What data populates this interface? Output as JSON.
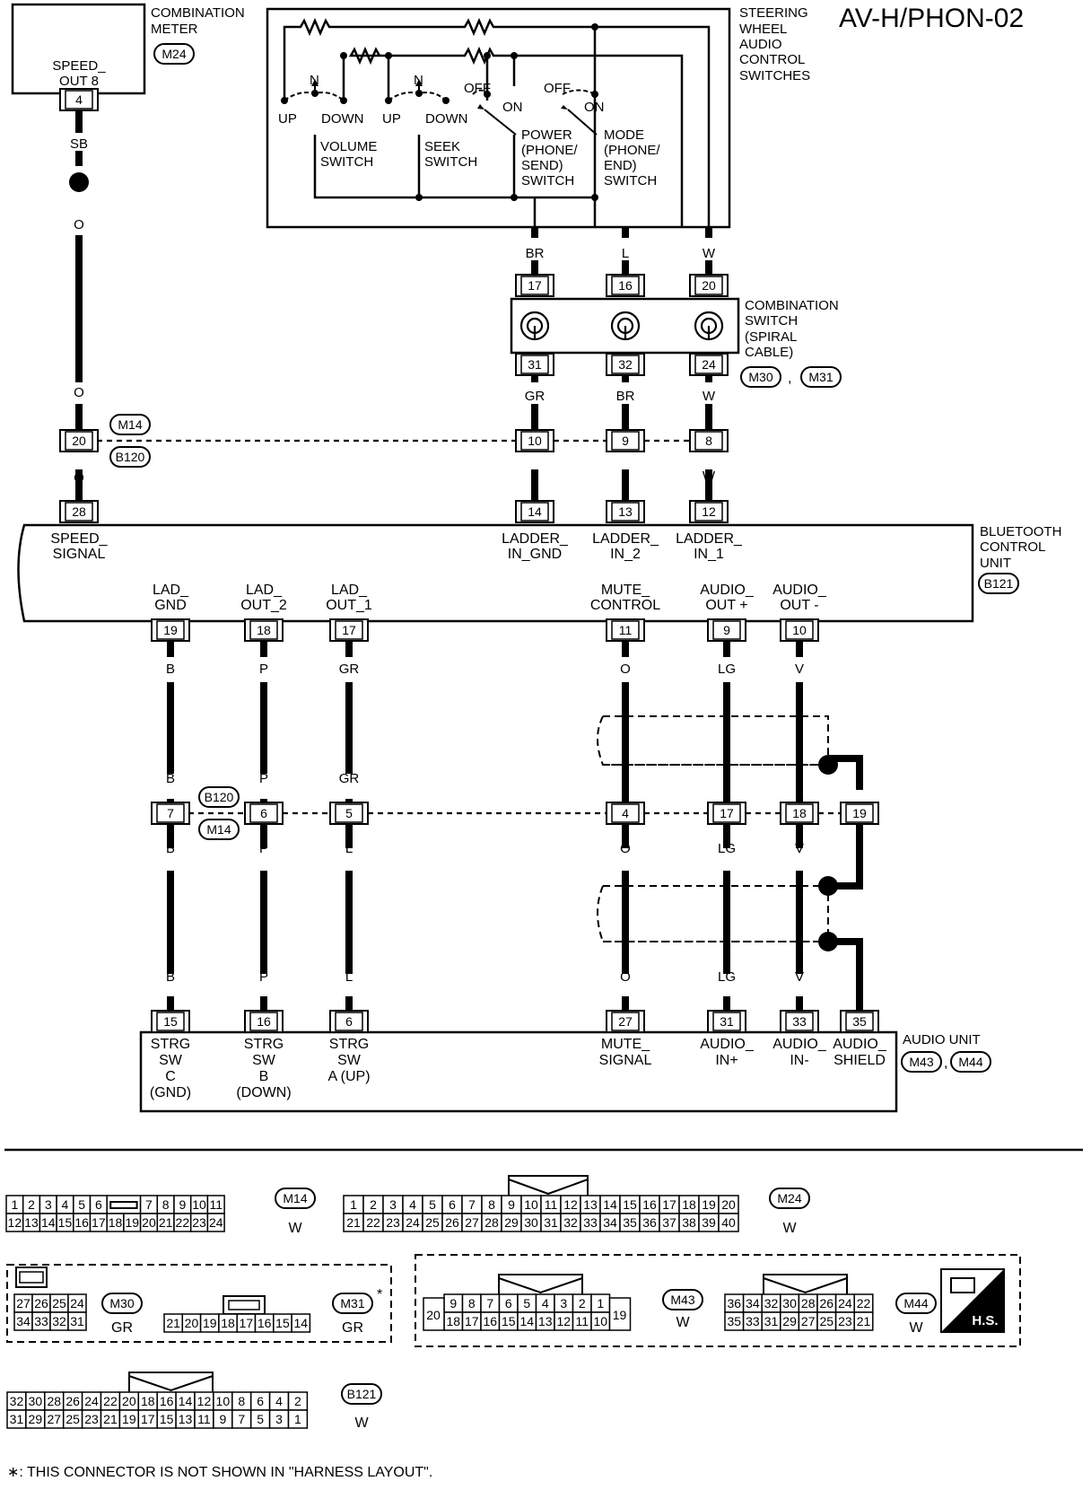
{
  "page_id": "AV-H/PHON-02",
  "combination_meter": {
    "label": [
      "COMBINATION",
      "METER"
    ],
    "connector": "M24",
    "speed_out": [
      "SPEED_",
      "OUT 8"
    ],
    "pin": "4"
  },
  "steering_switches": {
    "label": [
      "STEERING",
      "WHEEL",
      "AUDIO",
      "CONTROL",
      "SWITCHES"
    ],
    "volume": {
      "n": "N",
      "up": "UP",
      "down": "DOWN",
      "name": [
        "VOLUME",
        "SWITCH"
      ]
    },
    "seek": {
      "n": "N",
      "up": "UP",
      "down": "DOWN",
      "name": [
        "SEEK",
        "SWITCH"
      ]
    },
    "power": {
      "off": "OFF",
      "on": "ON",
      "name": [
        "POWER",
        "(PHONE/",
        "SEND)",
        "SWITCH"
      ]
    },
    "mode": {
      "off": "OFF",
      "on": "ON",
      "name": [
        "MODE",
        "(PHONE/",
        "END)",
        "SWITCH"
      ]
    }
  },
  "combination_switch": {
    "label": [
      "COMBINATION",
      "SWITCH",
      "(SPIRAL",
      "CABLE)"
    ],
    "connectors": [
      "M30",
      "M31"
    ],
    "upper_pins": [
      "17",
      "16",
      "20"
    ],
    "lower_pins": [
      "31",
      "32",
      "24"
    ]
  },
  "wire_colors": {
    "sb": "SB",
    "o": "O",
    "br": "BR",
    "l": "L",
    "w": "W",
    "gr": "GR",
    "b": "B",
    "p": "P",
    "lg": "LG",
    "v": "V"
  },
  "junction_upper": {
    "connectors": [
      "M14",
      "B120"
    ],
    "pins": [
      "20",
      "10",
      "9",
      "8"
    ]
  },
  "bcu": {
    "label": [
      "BLUETOOTH",
      "CONTROL",
      "UNIT"
    ],
    "connector": "B121",
    "top_pins": [
      "28",
      "14",
      "13",
      "12"
    ],
    "top_labels": [
      [
        "SPEED_",
        "SIGNAL"
      ],
      [
        "LADDER_",
        "IN_GND"
      ],
      [
        "LADDER_",
        "IN_2"
      ],
      [
        "LADDER_",
        "IN_1"
      ]
    ],
    "bottom_pins": [
      "19",
      "18",
      "17",
      "11",
      "9",
      "10"
    ],
    "bottom_labels": [
      [
        "LAD_",
        "GND"
      ],
      [
        "LAD_",
        "OUT_2"
      ],
      [
        "LAD_",
        "OUT_1"
      ],
      [
        "MUTE_",
        "CONTROL"
      ],
      [
        "AUDIO_",
        "OUT +"
      ],
      [
        "AUDIO_",
        "OUT -"
      ]
    ]
  },
  "junction_lower": {
    "connectors": [
      "B120",
      "M14"
    ],
    "pins": [
      "7",
      "6",
      "5",
      "4",
      "17",
      "18",
      "19"
    ]
  },
  "audio_unit": {
    "label": "AUDIO UNIT",
    "connectors": [
      "M43",
      "M44"
    ],
    "pins": [
      "15",
      "16",
      "6",
      "27",
      "31",
      "33",
      "35"
    ],
    "pin_labels": [
      [
        "STRG",
        "SW",
        "C",
        "(GND)"
      ],
      [
        "STRG",
        "SW",
        "B",
        "(DOWN)"
      ],
      [
        "STRG",
        "SW",
        "A (UP)"
      ],
      [
        "MUTE_",
        "SIGNAL"
      ],
      [
        "AUDIO_",
        "IN+"
      ],
      [
        "AUDIO_",
        "IN-"
      ],
      [
        "AUDIO_",
        "SHIELD"
      ]
    ]
  },
  "connector_faces": {
    "m14": {
      "id": "M14",
      "color": "W",
      "top": [
        "1",
        "2",
        "3",
        "4",
        "5",
        "6",
        "",
        "7",
        "8",
        "9",
        "10",
        "11"
      ],
      "bottom": [
        "12",
        "13",
        "14",
        "15",
        "16",
        "17",
        "18",
        "19",
        "20",
        "21",
        "22",
        "23",
        "24"
      ]
    },
    "m24": {
      "id": "M24",
      "color": "W",
      "top": [
        "1",
        "2",
        "3",
        "4",
        "5",
        "6",
        "7",
        "8",
        "9",
        "10",
        "11",
        "12",
        "13",
        "14",
        "15",
        "16",
        "17",
        "18",
        "19",
        "20"
      ],
      "bottom": [
        "21",
        "22",
        "23",
        "24",
        "25",
        "26",
        "27",
        "28",
        "29",
        "30",
        "31",
        "32",
        "33",
        "34",
        "35",
        "36",
        "37",
        "38",
        "39",
        "40"
      ]
    },
    "m30": {
      "id": "M30",
      "color": "GR",
      "top": [
        "27",
        "26",
        "25",
        "24"
      ],
      "bottom": [
        "34",
        "33",
        "32",
        "31"
      ]
    },
    "m31": {
      "id": "M31",
      "color": "GR",
      "row": [
        "21",
        "20",
        "19",
        "18",
        "17",
        "16",
        "15",
        "14"
      ]
    },
    "m43": {
      "id": "M43",
      "color": "W",
      "top": [
        "9",
        "8",
        "7",
        "6",
        "5",
        "4",
        "3",
        "2",
        "1"
      ],
      "bottom": [
        "18",
        "17",
        "16",
        "15",
        "14",
        "13",
        "12",
        "11",
        "10"
      ],
      "left": "20",
      "right": "19"
    },
    "m44": {
      "id": "M44",
      "color": "W",
      "top": [
        "36",
        "34",
        "32",
        "30",
        "28",
        "26",
        "24",
        "22"
      ],
      "bottom": [
        "35",
        "33",
        "31",
        "29",
        "27",
        "25",
        "23",
        "21"
      ]
    },
    "b121": {
      "id": "B121",
      "color": "W",
      "top": [
        "32",
        "30",
        "28",
        "26",
        "24",
        "22",
        "20",
        "18",
        "16",
        "14",
        "12",
        "10",
        "8",
        "6",
        "4",
        "2"
      ],
      "bottom": [
        "31",
        "29",
        "27",
        "25",
        "23",
        "21",
        "19",
        "17",
        "15",
        "13",
        "11",
        "9",
        "7",
        "5",
        "3",
        "1"
      ]
    },
    "hs": "H.S."
  },
  "footnote": "∗: THIS CONNECTOR IS NOT SHOWN IN \"HARNESS LAYOUT\"."
}
